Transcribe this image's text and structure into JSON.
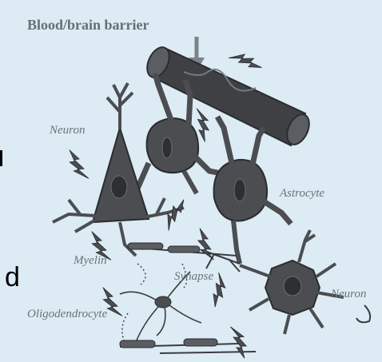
{
  "title": "Blood/brain barrier",
  "labels": {
    "neuron_left": "Neuron",
    "astrocyte": "Astrocyte",
    "myelin": "Myelin",
    "synapse": "Synapse",
    "neuron_right": "Neuron",
    "oligodendrocyte": "Oligodendrocyte"
  },
  "fragment_text": "d",
  "icons": [
    "lightning-bolt-icon",
    "arrow-down-icon"
  ],
  "colors": {
    "background": "#dcebf4",
    "cell_fill": "#4b4d51",
    "cell_dark": "#333538",
    "nucleus": "#2d2f31",
    "line": "#3a3c40",
    "label": "#6a7478"
  }
}
